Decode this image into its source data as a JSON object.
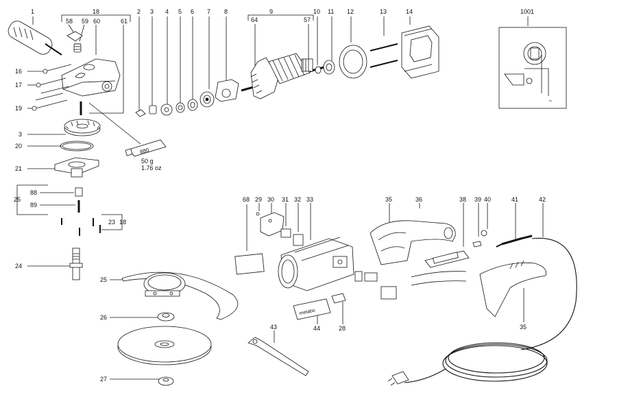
{
  "callouts": {
    "c1": "1",
    "c18a": "18",
    "c58": "58",
    "c59": "59",
    "c60": "60",
    "c61": "61",
    "c2": "2",
    "c3a": "3",
    "c4": "4",
    "c5": "5",
    "c6": "6",
    "c7": "7",
    "c8": "8",
    "c9": "9",
    "c10": "10",
    "c11": "11",
    "c12": "12",
    "c13": "13",
    "c14": "14",
    "c64": "64",
    "c57": "57",
    "c1001": "1001",
    "c16": "16",
    "c17": "17",
    "c19": "19",
    "c3b": "3",
    "c20": "20",
    "c21": "21",
    "c25a": "25",
    "c88": "88",
    "c89": "89",
    "c23": "23",
    "c18b": "18",
    "c24": "24",
    "c25b": "25",
    "c26": "26",
    "c27": "27",
    "c68": "68",
    "c29": "29",
    "c30": "30",
    "c31": "31",
    "c32": "32",
    "c33": "33",
    "c35a": "35",
    "c36": "36",
    "c38": "38",
    "c39": "39",
    "c40": "40",
    "c41": "41",
    "c42": "42",
    "c43": "43",
    "c44": "44",
    "c28": "28",
    "c35b": "35"
  },
  "grease": {
    "tube_label": "880",
    "amount_g": "50 g",
    "amount_oz": "1.76 oz"
  },
  "brand_text": "metabo",
  "colors": {
    "ink": "#111111",
    "shade": "#9a9a9a",
    "light": "#d8d8d8"
  }
}
